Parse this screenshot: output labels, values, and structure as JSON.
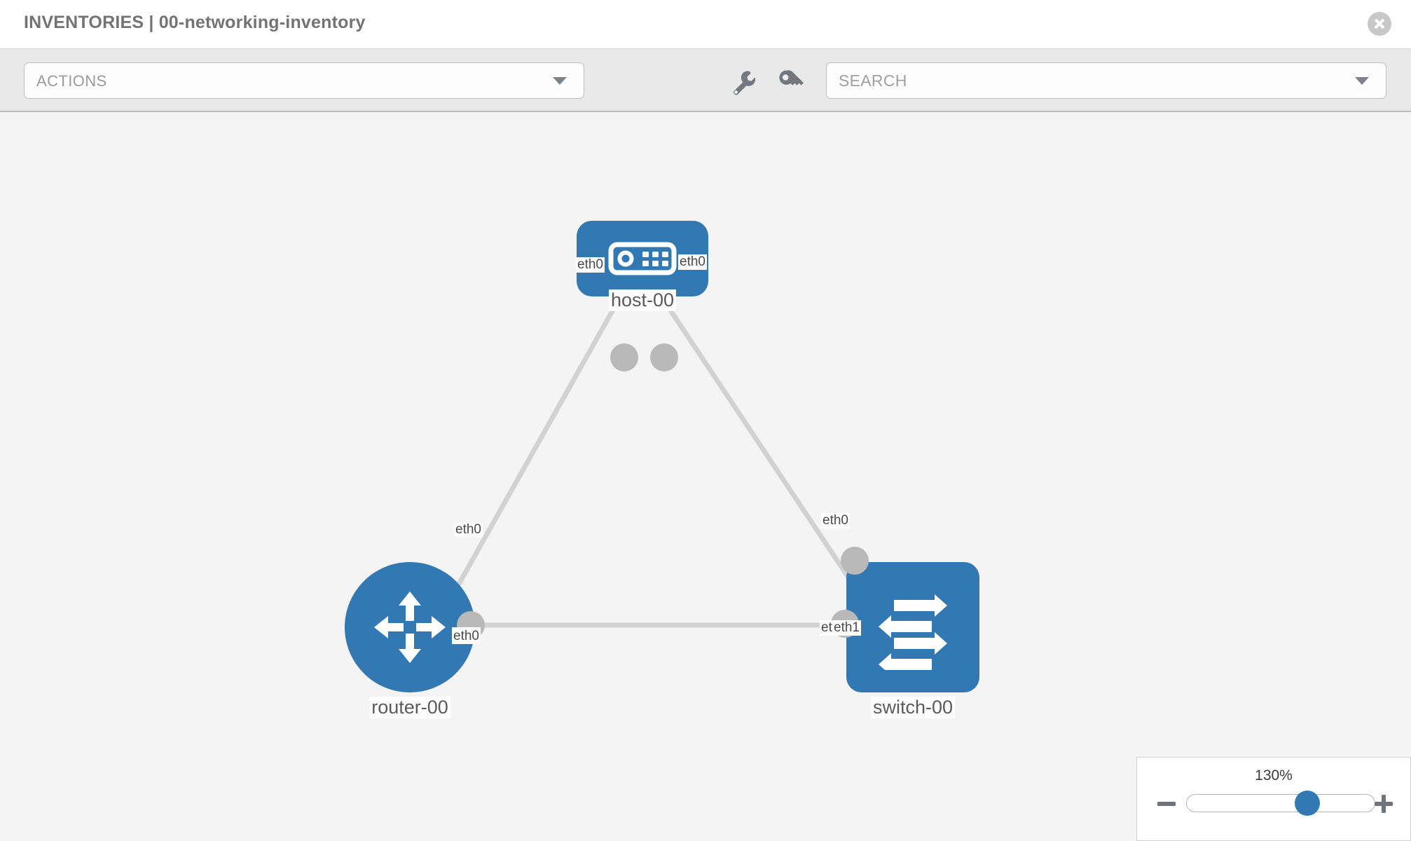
{
  "header": {
    "title": "INVENTORIES | 00-networking-inventory",
    "close_label": "Close"
  },
  "toolbar": {
    "actions_label": "ACTIONS",
    "search_placeholder": "SEARCH",
    "wrench_title": "Settings",
    "key_title": "Credentials"
  },
  "topology": {
    "nodes": [
      {
        "id": "host-00",
        "label": "host-00",
        "type": "host"
      },
      {
        "id": "router-00",
        "label": "router-00",
        "type": "router"
      },
      {
        "id": "switch-00",
        "label": "switch-00",
        "type": "switch"
      }
    ],
    "link_labels": {
      "host_left": "eth0",
      "host_right": "eth0",
      "router_up": "eth0",
      "switch_up": "eth0",
      "router_right": "eth0",
      "switch_left_a": "eth0",
      "switch_left_b": "eth1"
    }
  },
  "zoom": {
    "value": "130%",
    "minus_label": "Zoom out",
    "plus_label": "Zoom in"
  },
  "colors": {
    "node_blue": "#3279b3",
    "link_gray": "#d2d2d2",
    "nub_gray": "#b9b9b9"
  }
}
